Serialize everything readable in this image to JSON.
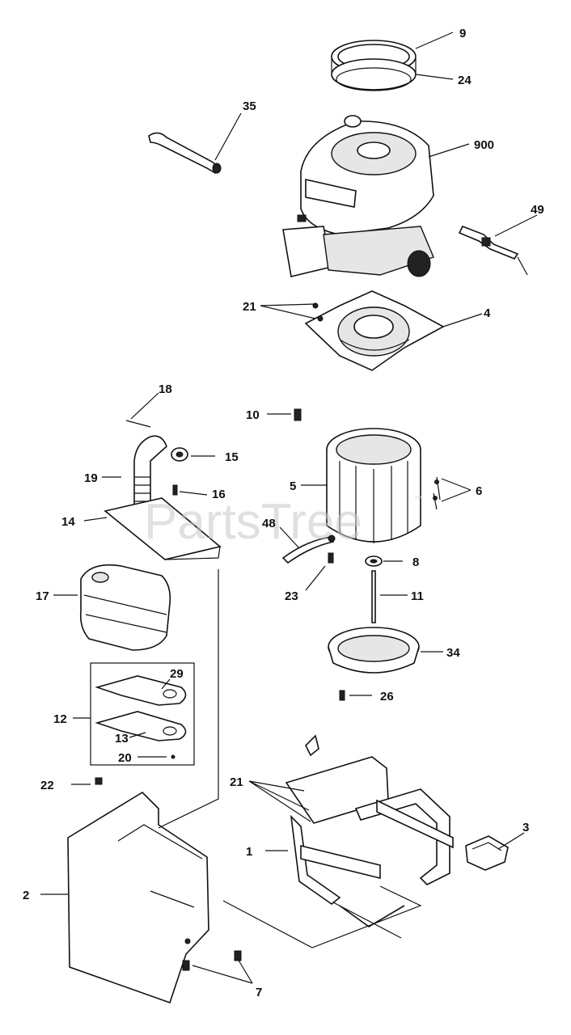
{
  "watermark": "PartsTree",
  "watermark_tm": "™",
  "callouts": {
    "c9": "9",
    "c24": "24",
    "c35": "35",
    "c900": "900",
    "c49": "49",
    "c21a": "21",
    "c4": "4",
    "c10": "10",
    "c18": "18",
    "c15": "15",
    "c19": "19",
    "c16": "16",
    "c5": "5",
    "c6": "6",
    "c14": "14",
    "c48": "48",
    "c8": "8",
    "c23": "23",
    "c11": "11",
    "c17": "17",
    "c34": "34",
    "c29": "29",
    "c26": "26",
    "c12": "12",
    "c13": "13",
    "c20": "20",
    "c22": "22",
    "c21b": "21",
    "c3": "3",
    "c1": "1",
    "c2": "2",
    "c7": "7"
  }
}
